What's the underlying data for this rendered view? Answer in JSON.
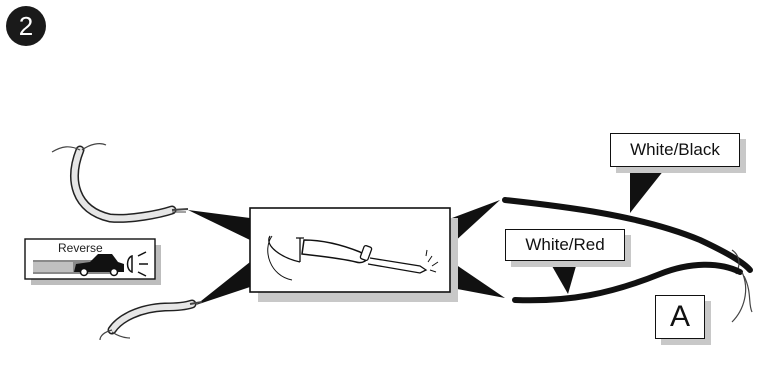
{
  "step_number": "2",
  "labels": {
    "wire_top": "White/Black",
    "wire_bottom": "White/Red",
    "connector": "A",
    "reverse_light": "Reverse"
  },
  "icons": {
    "soldering_iron": "soldering-iron-icon",
    "reverse_light": "reverse-car-light-icon"
  }
}
